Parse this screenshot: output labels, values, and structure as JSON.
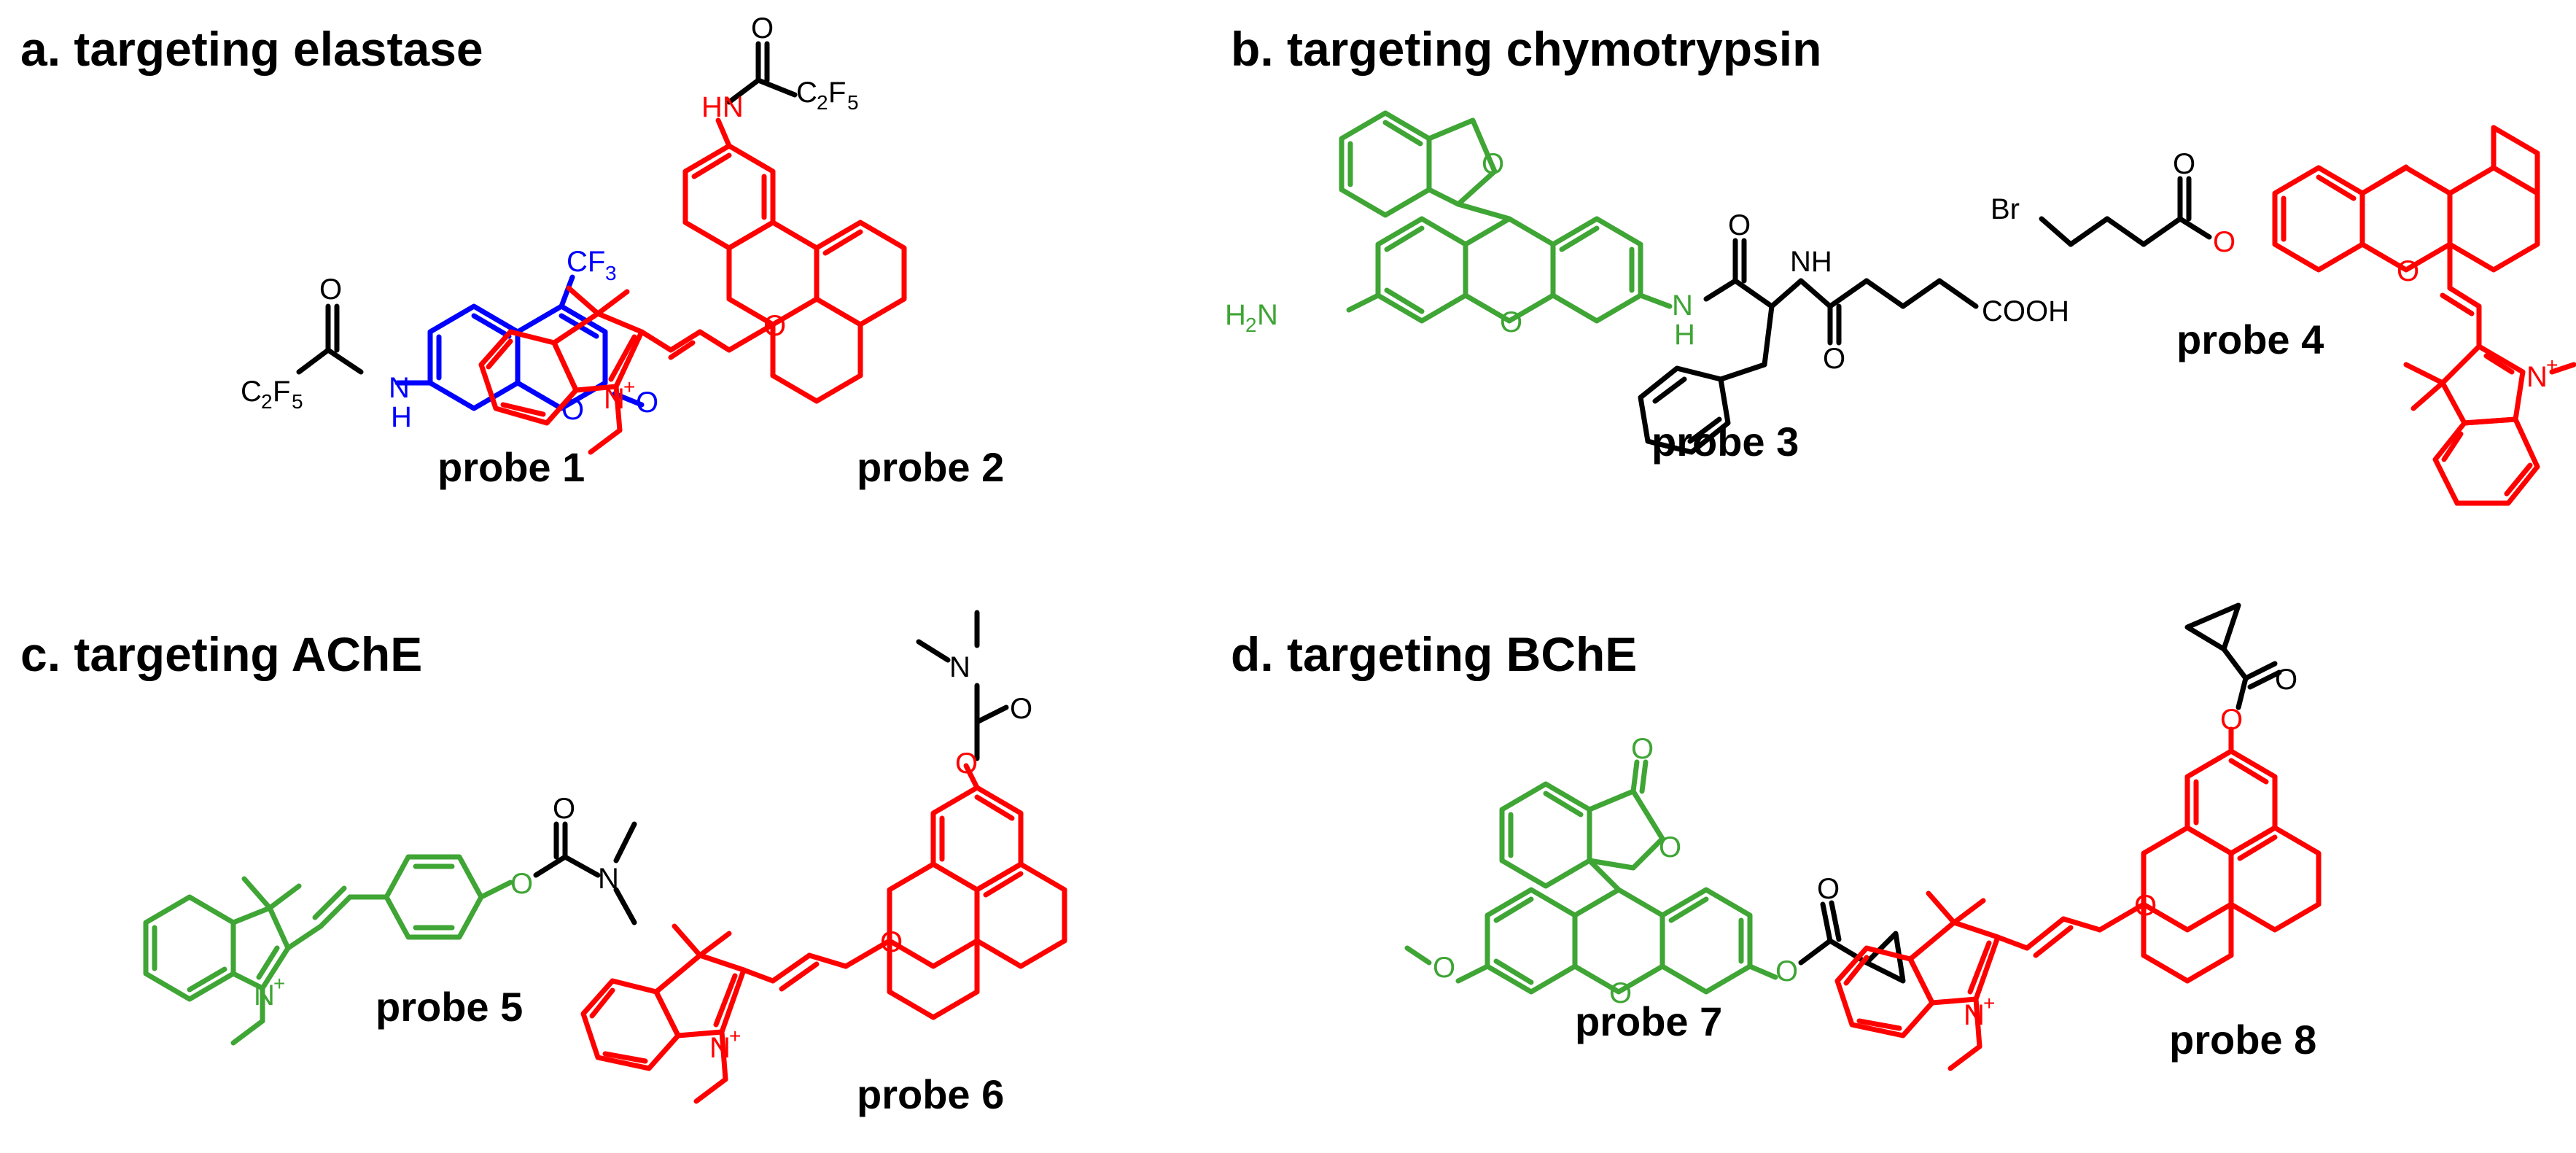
{
  "panels": {
    "a": {
      "title": "a. targeting elastase"
    },
    "b": {
      "title": "b. targeting chymotrypsin"
    },
    "c": {
      "title": "c. targeting AChE"
    },
    "d": {
      "title": "d. targeting BChE"
    }
  },
  "probes": {
    "p1": "probe 1",
    "p2": "probe 2",
    "p3": "probe 3",
    "p4": "probe 4",
    "p5": "probe 5",
    "p6": "probe 6",
    "p7": "probe 7",
    "p8": "probe 8"
  },
  "atoms": {
    "O": "O",
    "N": "N",
    "H": "H",
    "NH": "NH",
    "HN": "HN",
    "C2F5_C": "C",
    "C2F5_2": "2",
    "C2F5_F": "F",
    "C2F5_5": "5",
    "CF3_CF": "CF",
    "CF3_3": "3",
    "H2N_H": "H",
    "H2N_2": "2",
    "H2N_N": "N",
    "Nplus": "N",
    "plus": "+",
    "Br": "Br",
    "COOH": "COOH"
  },
  "colors": {
    "black": "#000000",
    "red": "#ff0000",
    "green": "#3fa535",
    "blue": "#0000ff"
  }
}
